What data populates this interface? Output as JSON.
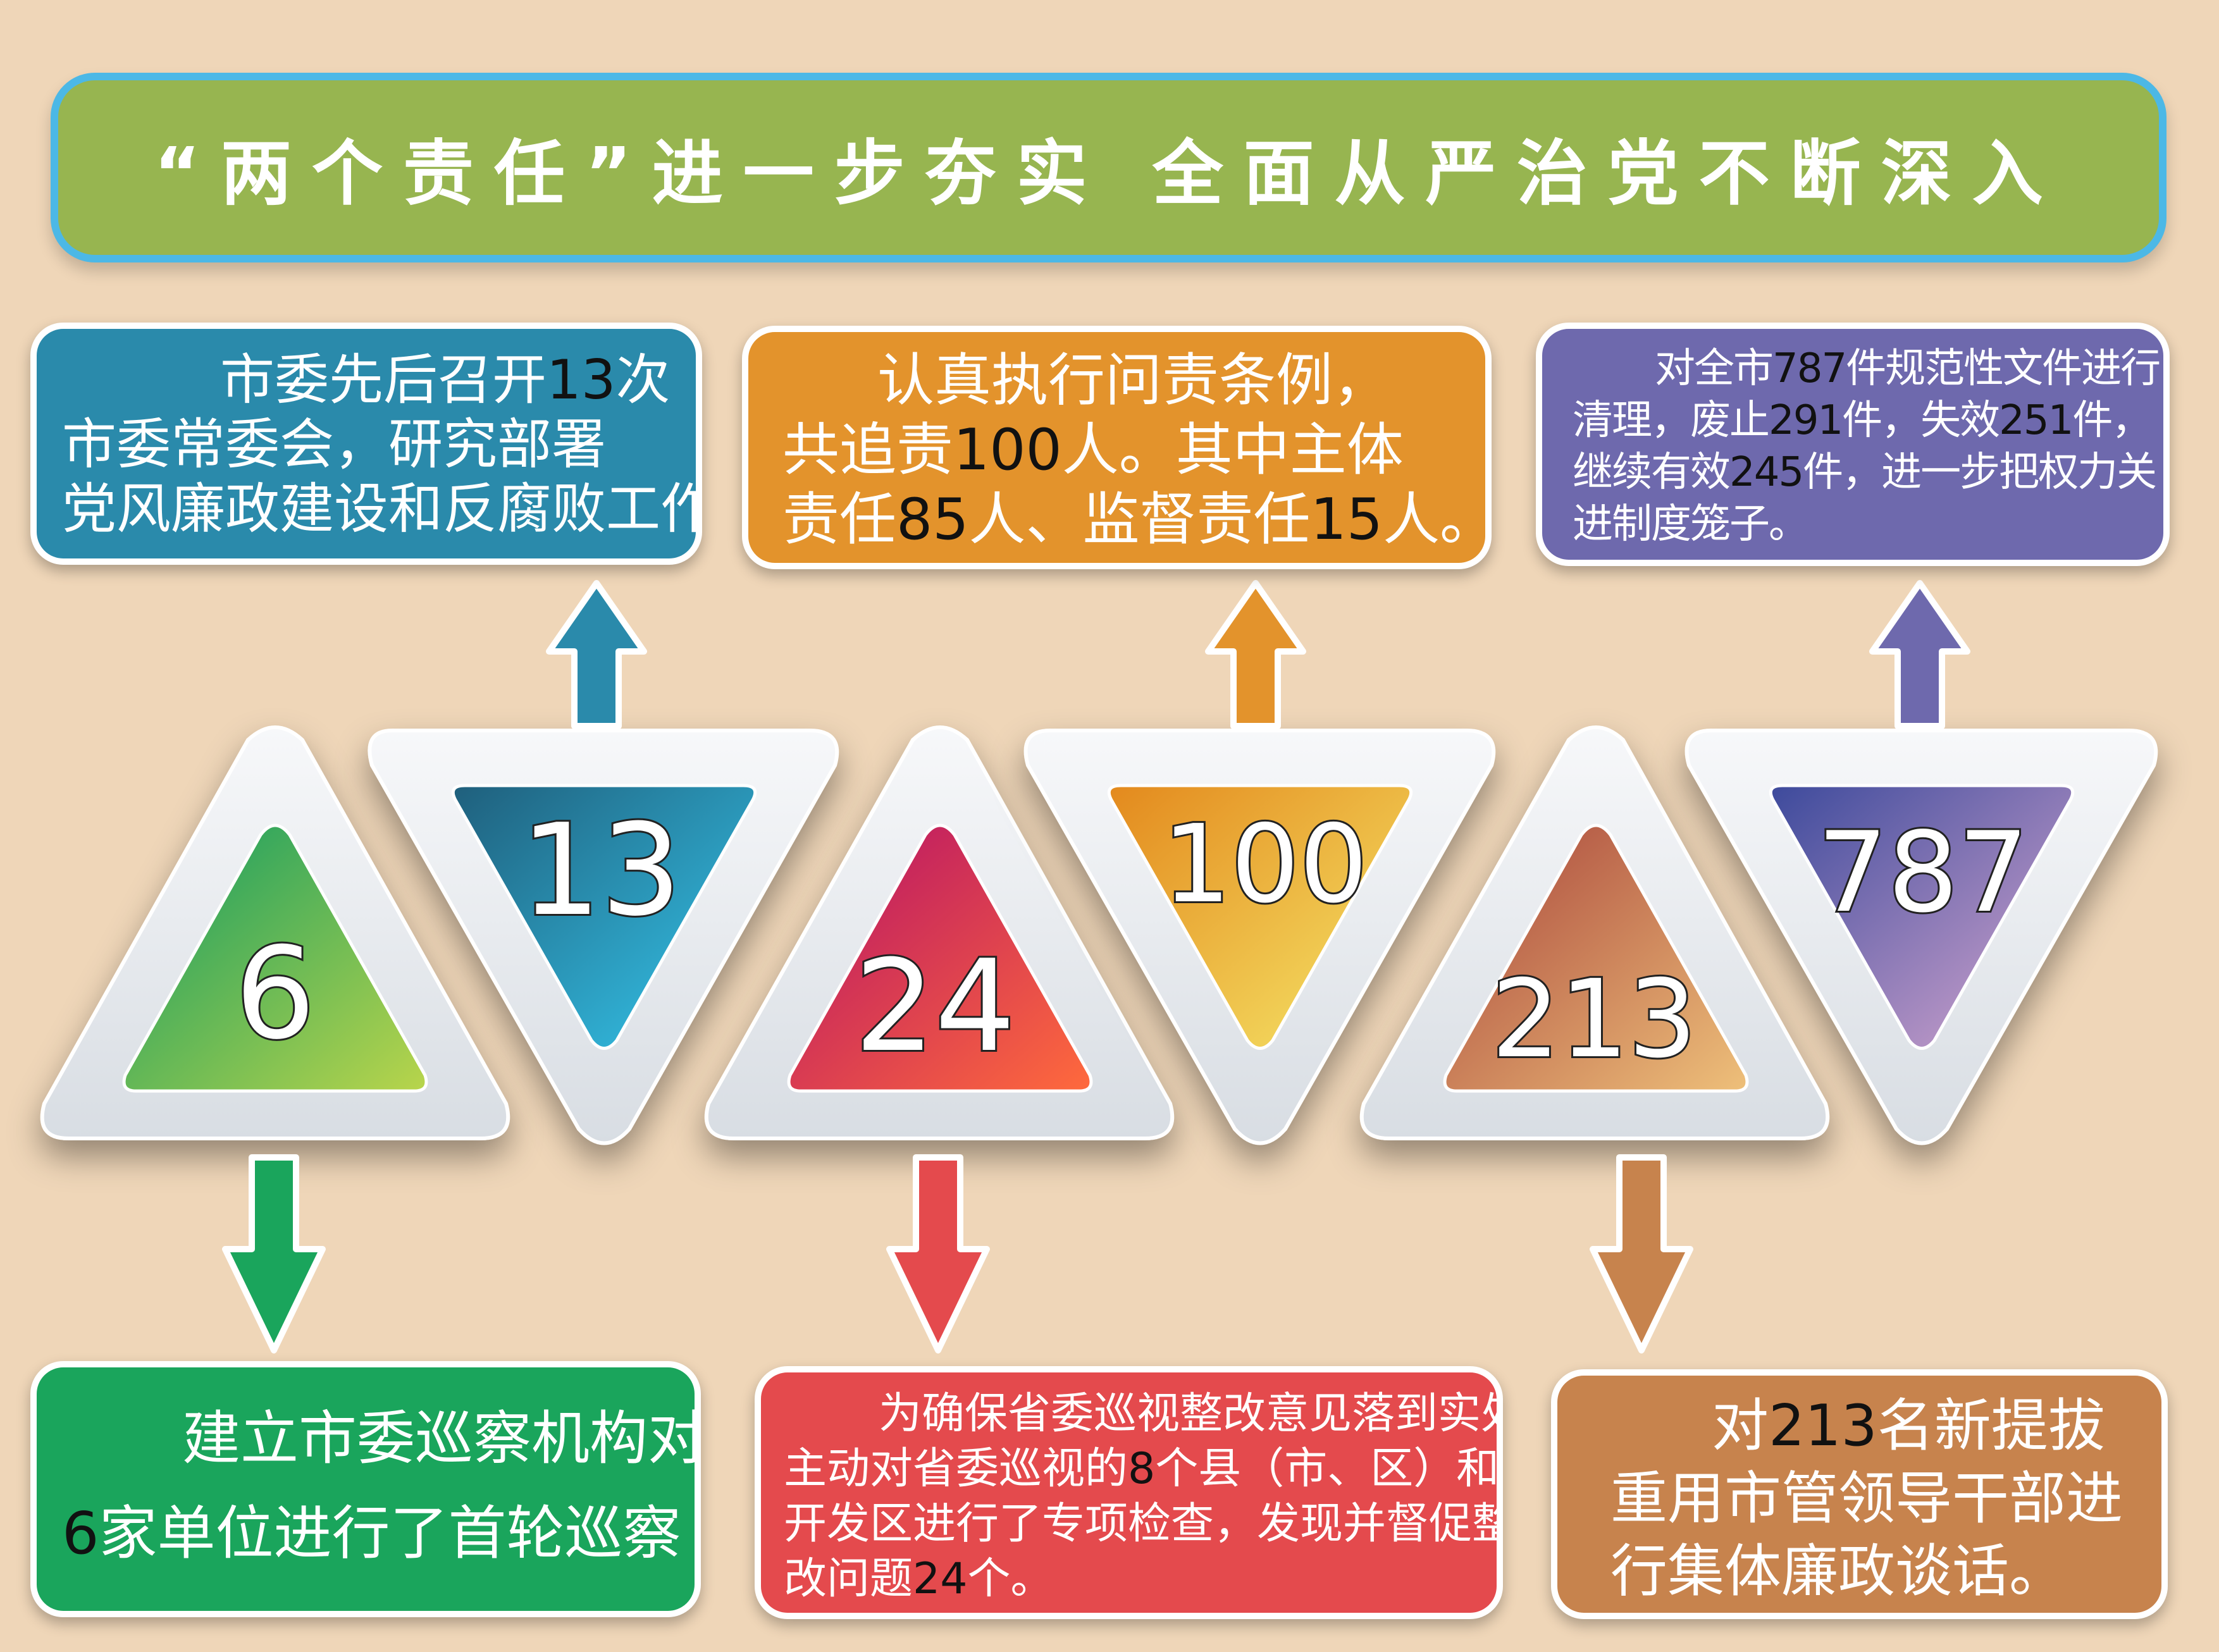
{
  "title": "“两个责任”进一步夯实  全面从严治党不断深入",
  "triangles": [
    {
      "id": "6",
      "value": "6"
    },
    {
      "id": "13",
      "value": "13"
    },
    {
      "id": "24",
      "value": "24"
    },
    {
      "id": "100",
      "value": "100"
    },
    {
      "id": "213",
      "value": "213"
    },
    {
      "id": "787",
      "value": "787"
    }
  ],
  "panels": {
    "p13": {
      "line1": [
        "市委先后召开",
        "13",
        "次"
      ],
      "line2": "市委常委会，研究部署",
      "line3": "党风廉政建设和反腐败工作。"
    },
    "p100": {
      "line1": "认真执行问责条例，",
      "line2": [
        "共追责",
        "100",
        "人。其中主体"
      ],
      "line3": [
        "责任",
        "85",
        "人、监督责任",
        "15",
        "人。"
      ]
    },
    "p787": {
      "line1": [
        "对全市",
        "787",
        "件规范性文件进行"
      ],
      "line2": [
        "清理，废止",
        "291",
        "件，失效",
        "251",
        "件，"
      ],
      "line3": [
        "继续有效",
        "245",
        "件，进一步把权力关"
      ],
      "line4": "进制度笼子。"
    },
    "p6": {
      "line1": "建立市委巡察机构对",
      "line2": [
        "6",
        "家单位进行了首轮巡察"
      ]
    },
    "p24": {
      "line1": "为确保省委巡视整改意见落到实处，",
      "line2": [
        "主动对省委巡视的",
        "8",
        "个县（市、区）和"
      ],
      "line3": "开发区进行了专项检查，发现并督促整",
      "line4": [
        "改问题",
        "24",
        "个。"
      ]
    },
    "p213": {
      "line1": [
        "对",
        "213",
        "名新提拔"
      ],
      "line2": "重用市管领导干部进",
      "line3": "行集体廉政谈话。"
    }
  },
  "colors": {
    "background": "#efd6b8",
    "banner": "#97b550",
    "banner_border": "#4cb8e6",
    "teal": "#2a8aab",
    "orange": "#e3932c",
    "purple": "#6e69ad",
    "green": "#1aa55c",
    "red": "#e44a4d",
    "brown": "#c7834d"
  }
}
